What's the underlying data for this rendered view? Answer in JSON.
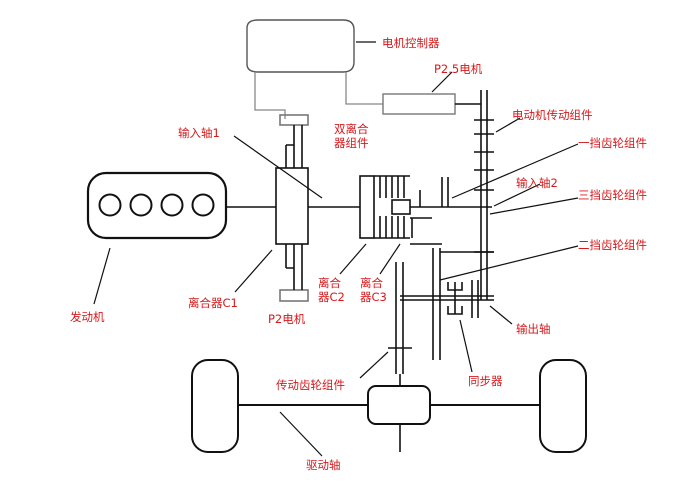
{
  "labels": {
    "motor_controller": "电机控制器",
    "p25_motor": "P2.5电机",
    "motor_gear_group": "电动机传动组件",
    "input_shaft_1": "输入轴1",
    "dual_clutch_line1": "双离合",
    "dual_clutch_line2": "器组件",
    "first_gear": "一挡齿轮组件",
    "input_shaft_2": "输入轴2",
    "third_gear": "三挡齿轮组件",
    "second_gear": "二挡齿轮组件",
    "clutch_c2_line1": "离合",
    "clutch_c2_line2": "器C2",
    "clutch_c3_line1": "离合",
    "clutch_c3_line2": "器C3",
    "clutch_c1": "离合器C1",
    "p2_motor": "P2电机",
    "engine": "发动机",
    "output_shaft": "输出轴",
    "synchronizer": "同步器",
    "transmission_gear_group": "传动齿轮组件",
    "drive_shaft": "驱动轴"
  },
  "colors": {
    "label": "#d7191c",
    "line": "#111111",
    "motor_outline": "#888888"
  }
}
